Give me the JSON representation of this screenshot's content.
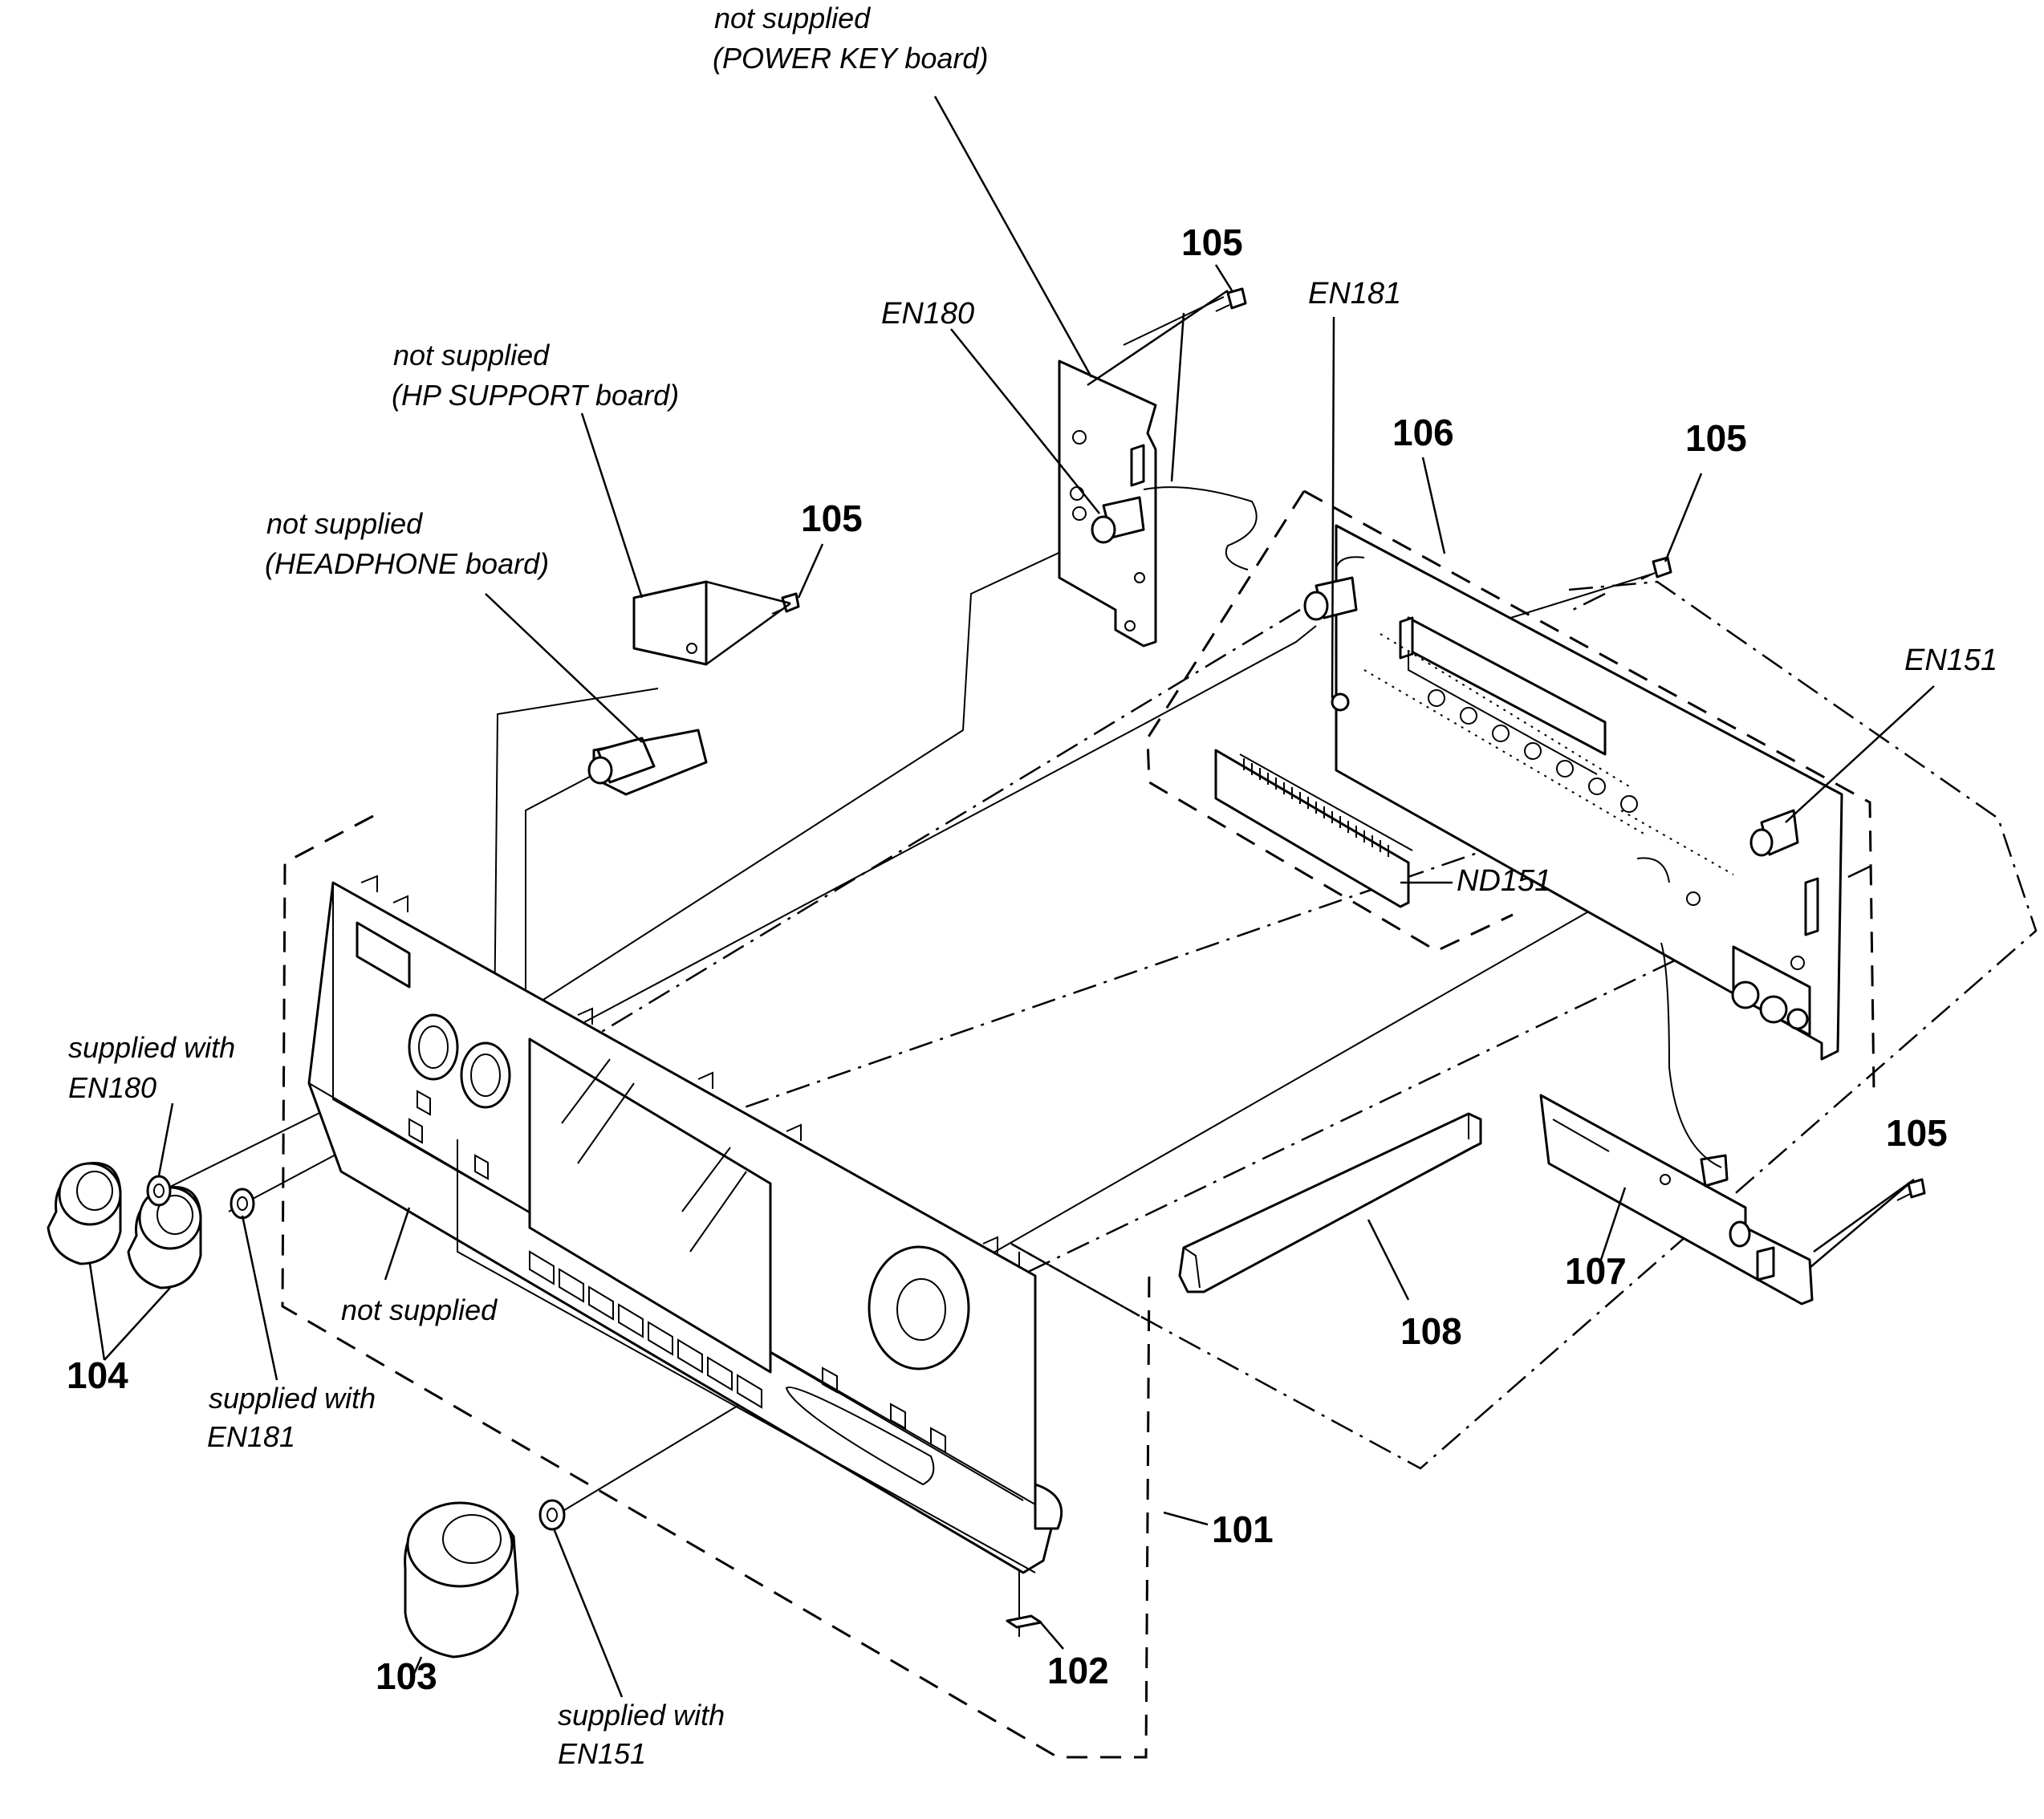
{
  "labels": {
    "power_key_note_1": "not supplied",
    "power_key_note_2": "(POWER KEY board)",
    "hp_support_note_1": "not supplied",
    "hp_support_note_2": "(HP SUPPORT board)",
    "headphone_note_1": "not supplied",
    "headphone_note_2": "(HEADPHONE board)",
    "front_panel_note": "not supplied",
    "supplied_en180_1": "supplied with",
    "supplied_en180_2": "EN180",
    "supplied_en181_1": "supplied with",
    "supplied_en181_2": "EN181",
    "supplied_en151_1": "supplied with",
    "supplied_en151_2": "EN151",
    "en180": "EN180",
    "en181": "EN181",
    "en151": "EN151",
    "nd151": "ND151",
    "p101": "101",
    "p102": "102",
    "p103": "103",
    "p104": "104",
    "p105_a": "105",
    "p105_b": "105",
    "p105_c": "105",
    "p105_d": "105",
    "p106": "106",
    "p107": "107",
    "p108": "108"
  }
}
